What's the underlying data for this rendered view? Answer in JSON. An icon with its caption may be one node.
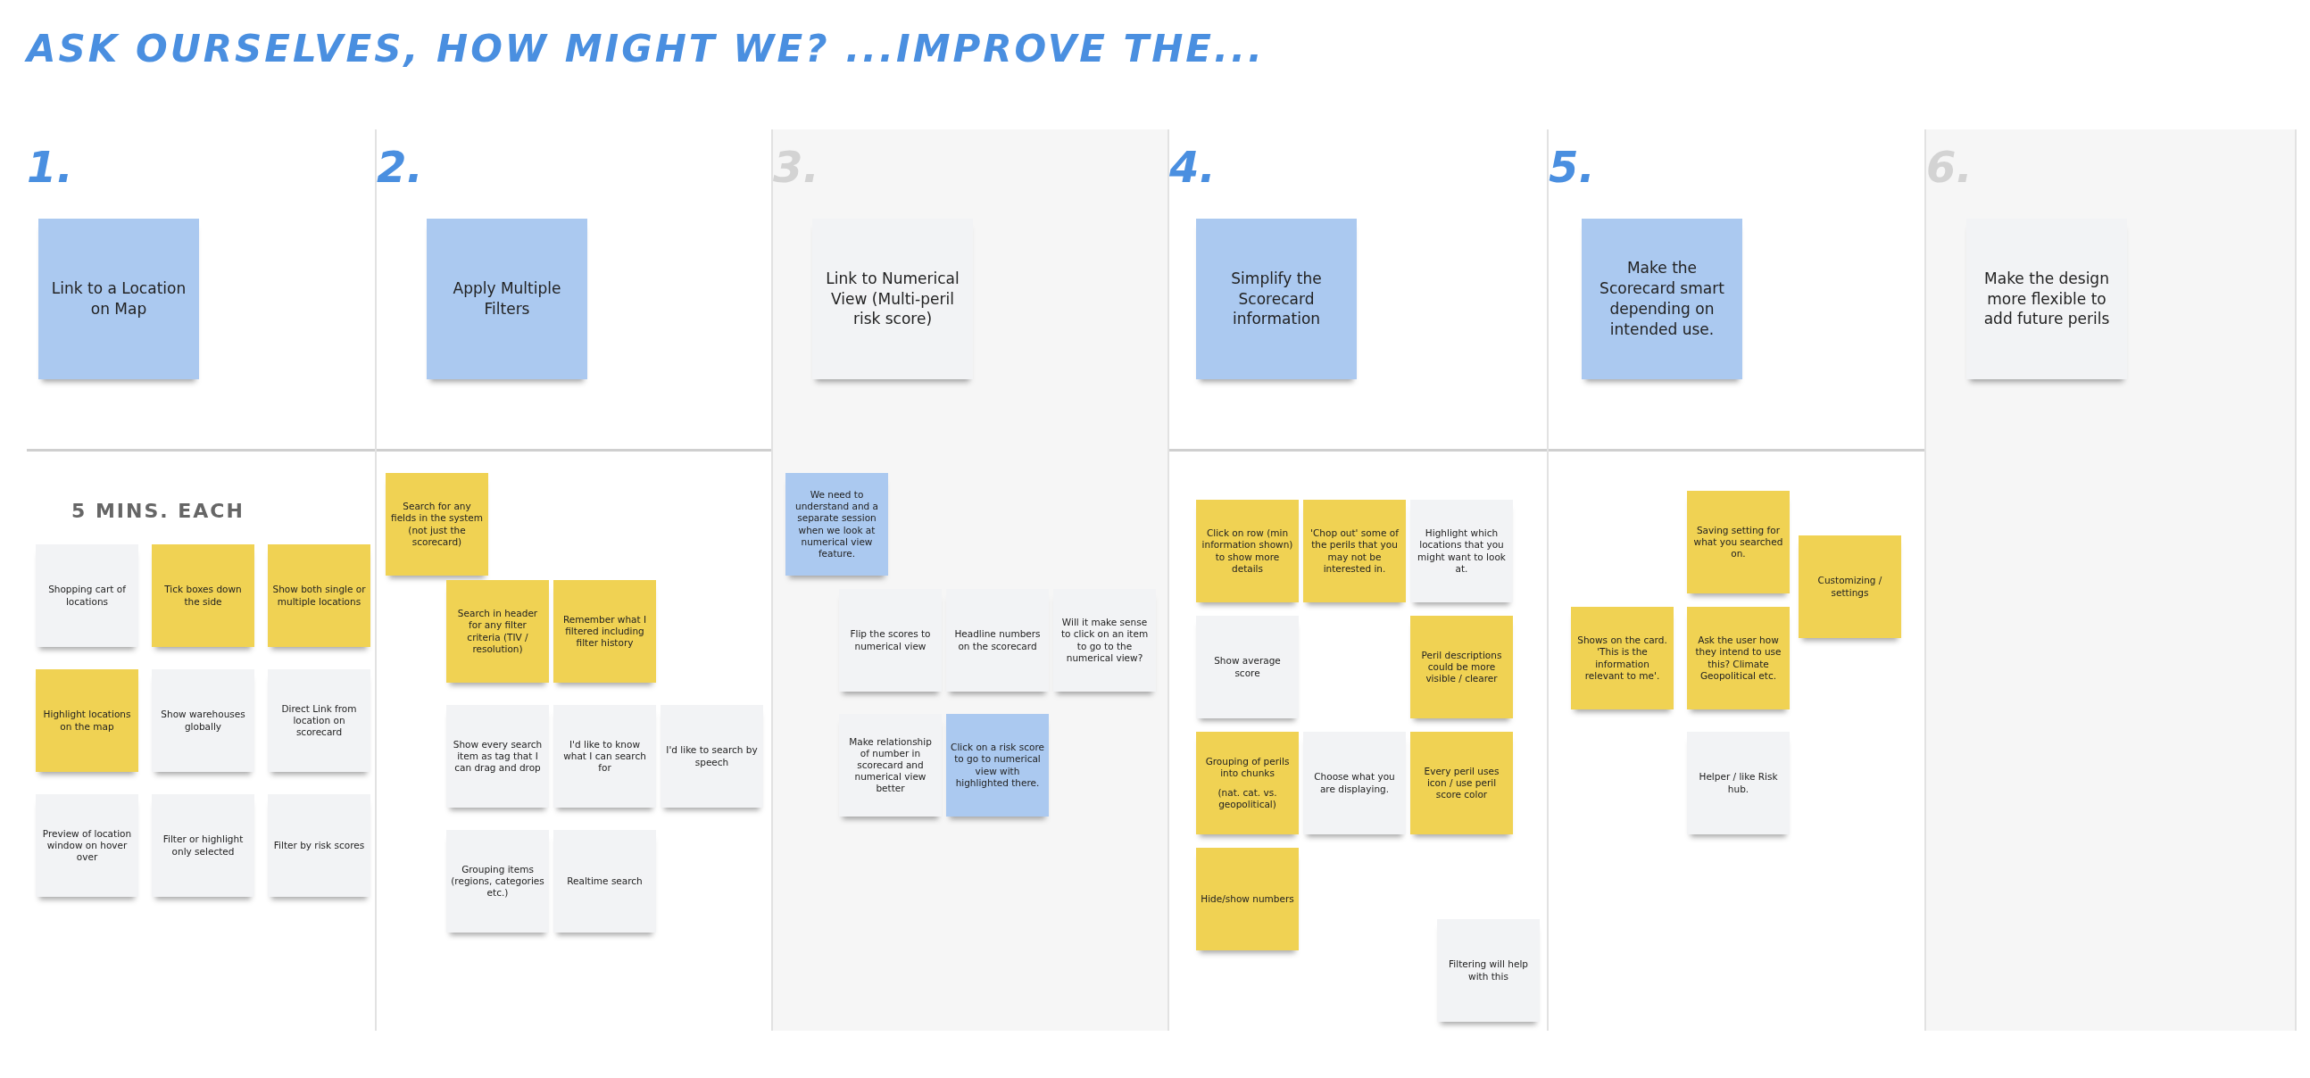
{
  "diagram": {
    "title": "ASK OURSELVES, HOW MIGHT WE? ...IMPROVE THE...",
    "nodes": [
      {
        "text": [
          "1."
        ]
      },
      {
        "text": [
          "Link to a Location on Map"
        ],
        "in": 0
      },
      {
        "text": [
          "Shopping cart of locations"
        ],
        "in": 0
      },
      {
        "text": [
          "Tick boxes down the side"
        ],
        "in": 0
      },
      {
        "text": [
          "Show both single or multiple locations"
        ],
        "in": 0
      },
      {
        "text": [
          "Highlight locations on the map"
        ],
        "in": 0
      },
      {
        "text": [
          "Show warehouses globally"
        ],
        "in": 0
      },
      {
        "text": [
          "Direct Link from location on scorecard"
        ],
        "in": 0
      },
      {
        "text": [
          "Preview of location window on hover over"
        ],
        "in": 0
      },
      {
        "text": [
          "Filter or highlight only selected"
        ],
        "in": 0
      },
      {
        "text": [
          "Filter by risk scores"
        ],
        "in": 0
      },
      {
        "text": [
          "2."
        ]
      },
      {
        "text": [
          "Apply Multiple Filters"
        ],
        "in": 11
      },
      {
        "text": [
          "Search for any fields in the system (not just the scorecard)"
        ],
        "in": 11
      },
      {
        "text": [
          "Search in header for any filter criteria (TIV / resolution)"
        ],
        "in": 11
      },
      {
        "text": [
          "Remember what I filtered including filter history"
        ],
        "in": 11
      },
      {
        "text": [
          "Show every search item as tag that I can drag and drop"
        ],
        "in": 11
      },
      {
        "text": [
          "I'd like to know what I can search for"
        ],
        "in": 11
      },
      {
        "text": [
          "I'd like to search by speech"
        ],
        "in": 11
      },
      {
        "text": [
          "Grouping items (regions, categories etc.)"
        ],
        "in": 11
      },
      {
        "text": [
          "Realtime search"
        ],
        "in": 11
      },
      {
        "text": [
          "3."
        ]
      },
      {
        "text": [
          "Link to Numerical View (Multi-peril risk score)"
        ],
        "in": 21
      },
      {
        "text": [
          "We need to understand and a separate session when we look at numerical view feature."
        ],
        "in": 21
      },
      {
        "text": [
          "Flip the scores to numerical view"
        ],
        "in": 21
      },
      {
        "text": [
          "Headline numbers on the scorecard"
        ],
        "in": 21
      },
      {
        "text": [
          "Will it make sense to click on an item to go to the numerical view?"
        ],
        "in": 21
      },
      {
        "text": [
          "Make relationship of number in scorecard and numerical view better"
        ],
        "in": 21
      },
      {
        "text": [
          "Click on a risk score to go to numerical view with highlighted there."
        ],
        "in": 21
      },
      {
        "text": [
          "4."
        ]
      },
      {
        "text": [
          "Simplify the Scorecard information"
        ],
        "in": 29
      },
      {
        "text": [
          "Click on row (min information shown) to show more details"
        ],
        "in": 29
      },
      {
        "text": [
          "'Chop out' some of the perils that you may not be interested in."
        ],
        "in": 29
      },
      {
        "text": [
          "Highlight which locations that you might want to look at."
        ],
        "in": 29
      },
      {
        "text": [
          "Show average score"
        ],
        "in": 29
      },
      {
        "text": [
          "Peril descriptions could be more visible / clearer"
        ],
        "in": 29
      },
      {
        "text": [
          "Grouping of perils into chunks",
          "(nat. cat. vs. geopolitical)"
        ],
        "in": 29
      },
      {
        "text": [
          "Choose what you are displaying."
        ],
        "in": 29
      },
      {
        "text": [
          "Every peril uses icon / use peril score color"
        ],
        "in": 29
      },
      {
        "text": [
          "Hide/show numbers"
        ],
        "in": 29
      },
      {
        "text": [
          "Filtering will help with this"
        ],
        "in": 29
      },
      {
        "text": [
          "5."
        ]
      },
      {
        "text": [
          "Make the Scorecard smart depending on intended use."
        ],
        "in": 41
      },
      {
        "text": [
          "Saving setting for what you searched on."
        ],
        "in": 41
      },
      {
        "text": [
          "Customizing / settings"
        ],
        "in": 41
      },
      {
        "text": [
          "Shows on the card. 'This is the information relevant to me'."
        ],
        "in": 41
      },
      {
        "text": [
          "Ask the user how they intend to use this? Climate Geopolitical etc."
        ],
        "in": 41
      },
      {
        "text": [
          "Helper / like Risk hub."
        ],
        "in": 41
      },
      {
        "text": [
          "6."
        ]
      },
      {
        "text": [
          "Make the design more flexible to add future perils"
        ],
        "in": 48
      }
    ],
    "labels": [
      "5 MINS. EACH"
    ]
  }
}
